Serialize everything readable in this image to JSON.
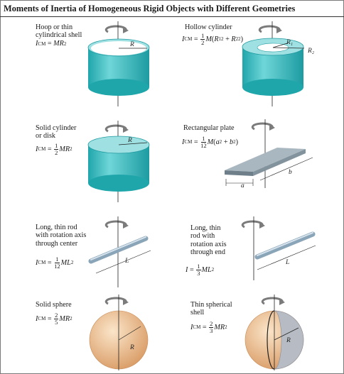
{
  "title": "Moments of Inertia of Homogeneous Rigid Objects with Different Geometries",
  "items": [
    {
      "name_lines": [
        "Hoop or thin",
        "cylindrical shell"
      ],
      "formula": "I_CM = MR²"
    },
    {
      "name_lines": [
        "Hollow cylinder"
      ],
      "formula": "I_CM = ½ M(R₁² + R₂²)"
    },
    {
      "name_lines": [
        "Solid cylinder",
        "or disk"
      ],
      "formula": "I_CM = ½ MR²"
    },
    {
      "name_lines": [
        "Rectangular plate"
      ],
      "formula": "I_CM = 1/12 M(a² + b²)"
    },
    {
      "name_lines": [
        "Long, thin rod",
        "with rotation axis",
        "through center"
      ],
      "formula": "I_CM = 1/12 ML²"
    },
    {
      "name_lines": [
        "Long, thin",
        "rod with",
        "rotation axis",
        "through end"
      ],
      "formula": "I = ⅓ ML²"
    },
    {
      "name_lines": [
        "Solid sphere"
      ],
      "formula": "I_CM = ⅖ MR²"
    },
    {
      "name_lines": [
        "Thin spherical",
        "shell"
      ],
      "formula": "I_CM = ⅔ MR²"
    }
  ],
  "dim_labels": {
    "R": "R",
    "R1": "R₁",
    "R2": "R₂",
    "a": "a",
    "b": "b",
    "L": "L"
  },
  "colors": {
    "cyan": "#3ec3c6",
    "cyan_dark": "#1e9aa0",
    "cyan_light": "#a4e3e4",
    "steel": "#8e9ea9",
    "sphere": "#f2c89a",
    "sphere_dark": "#d69a66",
    "shell_inner": "#b7bcc4"
  }
}
